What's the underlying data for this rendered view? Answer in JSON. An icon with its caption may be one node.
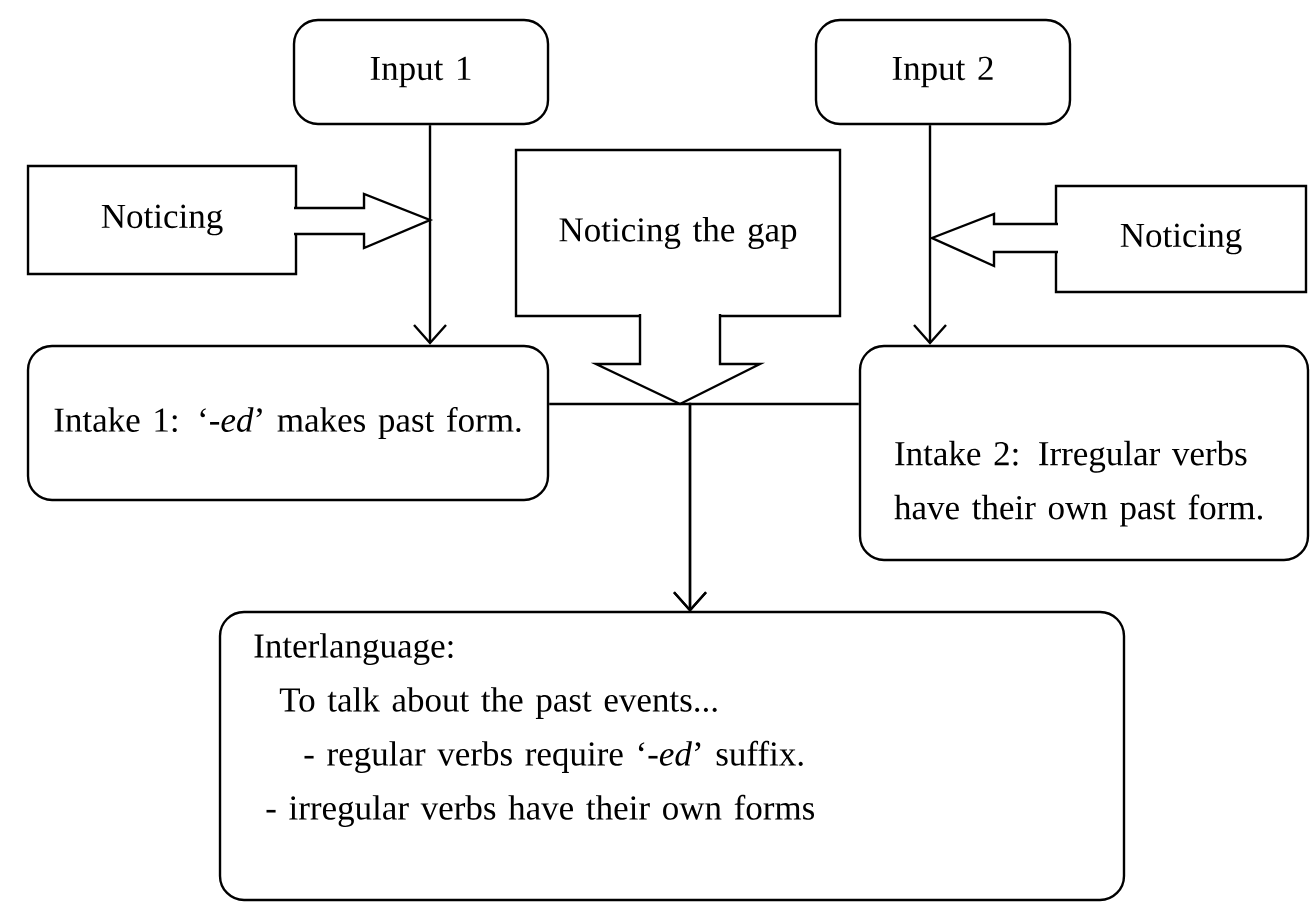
{
  "diagram": {
    "nodes": [
      {
        "text": [
          "Input 1"
        ]
      },
      {
        "text": [
          "Input 2"
        ]
      },
      {
        "text": [
          "Noticing"
        ]
      },
      {
        "text": [
          "Noticing the gap"
        ]
      },
      {
        "text": [
          "Noticing"
        ]
      },
      {
        "text": [
          "Intake 1: ‘*-ed*’ makes past form."
        ]
      },
      {
        "text": [
          "Intake 2: Irregular verbs have their own past form."
        ]
      },
      {
        "text": [
          "Interlanguage:",
          "To talk about the past events...",
          "- regular verbs require ‘*-ed*’ suffix.",
          "- irregular verbs have their own forms"
        ]
      }
    ],
    "edges": [
      {
        "from": 0,
        "to": 5,
        "arrow": "to"
      },
      {
        "from": 1,
        "to": 6,
        "arrow": "to"
      },
      {
        "from": 2,
        "to": null,
        "arrow": "to"
      },
      {
        "from": 3,
        "to": null,
        "arrow": "to"
      },
      {
        "from": 4,
        "to": null,
        "arrow": "to"
      },
      {
        "from": 5,
        "to": 7,
        "arrow": "to"
      },
      {
        "from": 6,
        "to": 7,
        "arrow": "to"
      }
    ]
  }
}
